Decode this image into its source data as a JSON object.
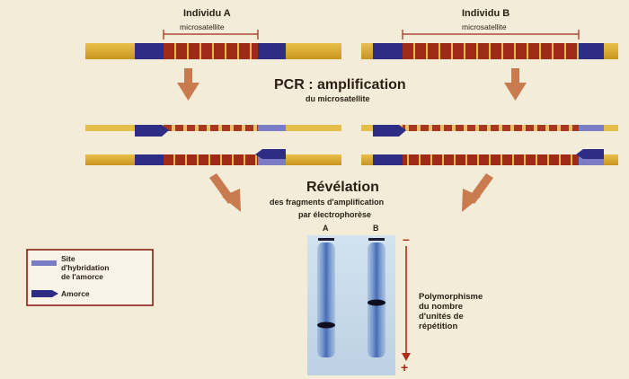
{
  "individual_a": "Individu A",
  "individual_b": "Individu B",
  "microsatellite_label": "microsatellite",
  "pcr": {
    "title": "PCR : amplification",
    "subtitle": "du microsatellite"
  },
  "revelation": {
    "title": "Révélation",
    "subtitle_line1": "des fragments d'amplification",
    "subtitle_line2": "par électrophorèse"
  },
  "gel": {
    "lane_a": "A",
    "lane_b": "B",
    "minus": "–",
    "plus": "+"
  },
  "polymorphism": [
    "Polymorphisme",
    "du nombre",
    "d'unités de",
    "répétition"
  ],
  "legend": {
    "site_label": [
      "Site",
      "d'hybridation",
      "de l'amorce"
    ],
    "primer_label": "Amorce"
  },
  "colors": {
    "background": "#f2ecd9",
    "strand_gold": "#d9aa2a",
    "repeat_red": "#9e2a17",
    "primer_blue": "#2e2d86",
    "site_blue": "#7a7cc6",
    "arrow_orange": "#c97a4e",
    "gel_bg": "#c9dbea",
    "accent_red": "#b02c1a"
  }
}
